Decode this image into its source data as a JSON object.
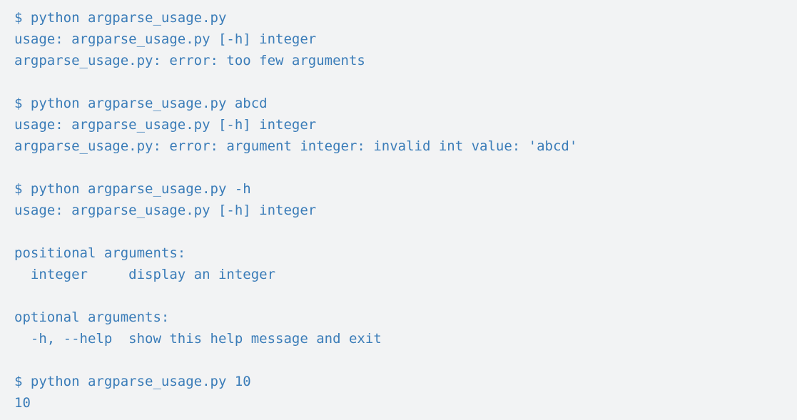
{
  "app": {
    "kind": "terminal-output",
    "description": "Console session demonstrating python argparse usage"
  },
  "colors": {
    "background": "#f2f3f4",
    "text": "#3a7cb8"
  },
  "terminal": {
    "lines": [
      "$ python argparse_usage.py",
      "usage: argparse_usage.py [-h] integer",
      "argparse_usage.py: error: too few arguments",
      "",
      "$ python argparse_usage.py abcd",
      "usage: argparse_usage.py [-h] integer",
      "argparse_usage.py: error: argument integer: invalid int value: 'abcd'",
      "",
      "$ python argparse_usage.py -h",
      "usage: argparse_usage.py [-h] integer",
      "",
      "positional arguments:",
      "  integer     display an integer",
      "",
      "optional arguments:",
      "  -h, --help  show this help message and exit",
      "",
      "$ python argparse_usage.py 10",
      "10"
    ]
  }
}
